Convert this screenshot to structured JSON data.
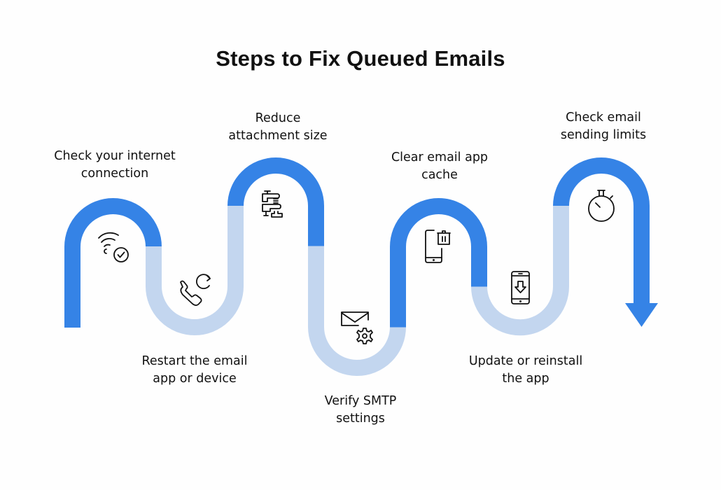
{
  "title": "Steps to Fix Queued Emails",
  "colors": {
    "active": "#3583E6",
    "inactive": "#C3D6EF",
    "icon": "#111111"
  },
  "steps": [
    {
      "lines": [
        "Check your internet",
        "connection"
      ],
      "icon": "wifi-check-icon"
    },
    {
      "lines": [
        "Restart the email",
        "app or device"
      ],
      "icon": "phone-restart-icon"
    },
    {
      "lines": [
        "Reduce",
        "attachment size"
      ],
      "icon": "clamp-compress-icon"
    },
    {
      "lines": [
        "Verify SMTP",
        "settings"
      ],
      "icon": "mail-gear-icon"
    },
    {
      "lines": [
        "Clear email app",
        "cache"
      ],
      "icon": "phone-trash-icon"
    },
    {
      "lines": [
        "Update or reinstall",
        "the app"
      ],
      "icon": "phone-download-icon"
    },
    {
      "lines": [
        "Check email",
        "sending limits"
      ],
      "icon": "stopwatch-icon"
    }
  ]
}
